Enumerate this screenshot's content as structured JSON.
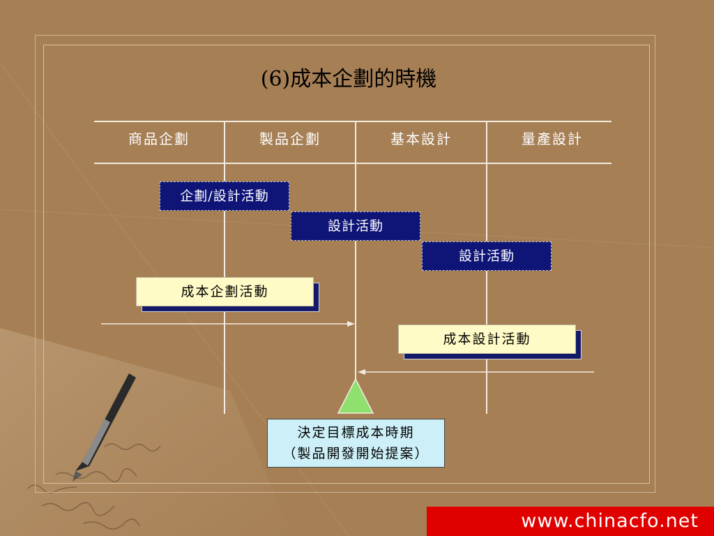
{
  "slide": {
    "title": "(6)成本企劃的時機",
    "phases": [
      "商品企劃",
      "製品企劃",
      "基本設計",
      "量產設計"
    ],
    "design_activities": [
      "企劃/設計活動",
      "設計活動",
      "設計活動"
    ],
    "cost_planning_activity": "成本企劃活動",
    "cost_design_activity": "成本設計活動",
    "decision": {
      "line1": "決定目標成本時期",
      "line2": "（製品開發開始提案）"
    }
  },
  "watermark": "www.chinacfo.net",
  "colors": {
    "background": "#a67f55",
    "activity_box": "#0f1577",
    "cost_box": "#fffbc6",
    "decision_box": "#cdf0f8",
    "milestone": "#90e070",
    "watermark_bar": "#e00000"
  }
}
